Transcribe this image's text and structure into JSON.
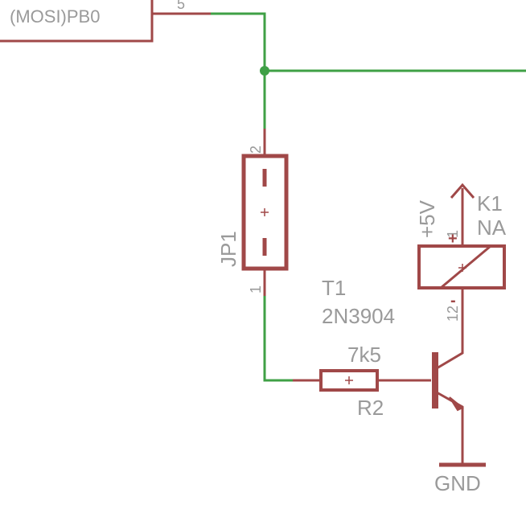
{
  "colors": {
    "background": "#ffffff",
    "symbol": "#a04848",
    "net": "#3fa046",
    "label": "#9a9a9a"
  },
  "mcu": {
    "pin_name": "(MOSI)PB0",
    "pin_number": "5"
  },
  "jp1": {
    "name": "JP1",
    "pin_top": "2",
    "pin_bottom": "1"
  },
  "t1": {
    "name": "T1",
    "value": "2N3904"
  },
  "r2": {
    "name": "R2",
    "value": "7k5"
  },
  "k1": {
    "name": "K1",
    "value": "NA",
    "pin_top": "1",
    "pin_bottom": "12",
    "plus": "+",
    "minus": "-"
  },
  "supply": {
    "label": "+5V"
  },
  "ground": {
    "label": "GND"
  }
}
